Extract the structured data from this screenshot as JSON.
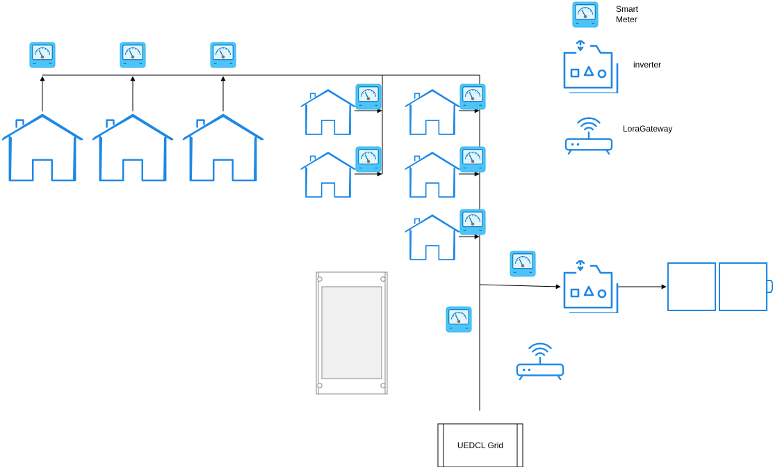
{
  "legend": {
    "smart_meter_line1": "Smart",
    "smart_meter_line2": "Meter",
    "inverter": "inverter",
    "lora_gateway": "LoraGateway"
  },
  "grid": {
    "label": "UEDCL Grid"
  },
  "colors": {
    "house_stroke": "#1e88e5",
    "meter_face": "#4fc3f7",
    "meter_dial": "#e1f5fe",
    "meter_needle_hub": "#8d6e63",
    "icon_blue": "#1e88e5",
    "wire": "#000000"
  },
  "icons": [
    "house-icon",
    "smart-meter-icon",
    "inverter-icon",
    "lora-gateway-icon",
    "battery-icon",
    "transformer-cabinet-icon",
    "grid-box"
  ]
}
